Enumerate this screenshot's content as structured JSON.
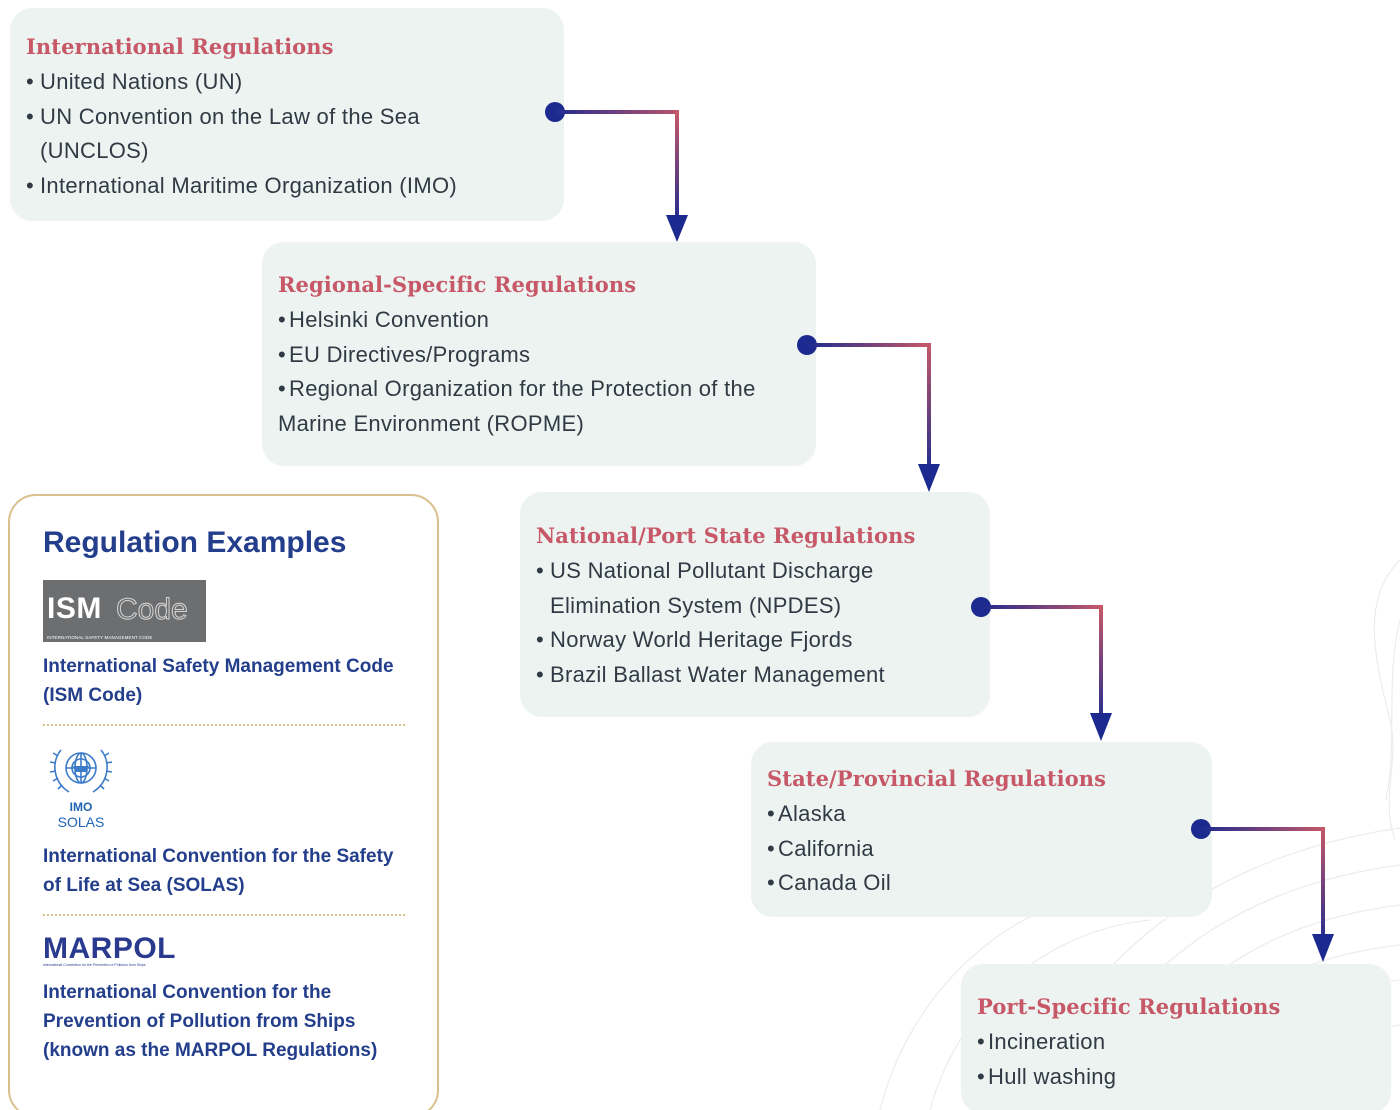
{
  "levels": [
    {
      "title": "International Regulations",
      "items": [
        "United Nations (UN)",
        "UN Convention on the Law of the Sea (UNCLOS)",
        "International Maritime Organization (IMO)"
      ]
    },
    {
      "title": "Regional-Specific Regulations",
      "items": [
        "Helsinki Convention",
        "EU Directives/Programs",
        "Regional Organization for the Protection of the Marine Environment (ROPME)"
      ]
    },
    {
      "title": "National/Port State Regulations",
      "items": [
        "US National Pollutant Discharge Elimination System (NPDES)",
        "Norway World Heritage Fjords",
        "Brazil Ballast Water Management"
      ]
    },
    {
      "title": "State/Provincial Regulations",
      "items": [
        "Alaska",
        "California",
        "Canada Oil"
      ]
    },
    {
      "title": "Port-Specific Regulations",
      "items": [
        "Incineration",
        "Hull washing"
      ]
    }
  ],
  "examples": {
    "heading": "Regulation Examples",
    "ism": {
      "logo_main": "ISM",
      "logo_code": "Code",
      "logo_sub": "INTERNATIONAL SAFETY MANAGEMENT CODE",
      "caption": "International Safety Management Code (ISM Code)"
    },
    "solas": {
      "logo_imo": "IMO",
      "logo_solas": "SOLAS",
      "caption": "International Convention for the Safety of Life at Sea (SOLAS)"
    },
    "marpol": {
      "logo_word": "MARPOL",
      "logo_sub": "International Convention for the Prevention of Pollution from Ships",
      "caption": "International Convention for the Prevention of Pollution from Ships (known as the MARPOL Regulations)"
    }
  },
  "colors": {
    "box_bg": "#edf3f0",
    "title_red": "#c65868",
    "navy": "#233e8b",
    "arrow_navy": "#1c2a8f",
    "gold_border": "#d9c08c"
  }
}
